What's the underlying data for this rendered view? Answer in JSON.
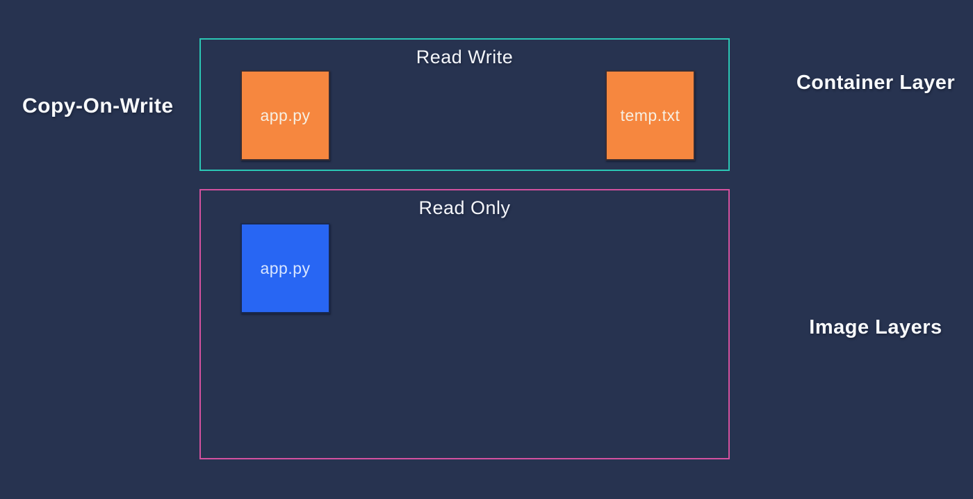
{
  "background_color": "#273350",
  "diagram_title": "Copy-On-Write",
  "container_layer": {
    "box_label": "Read Write",
    "side_label": "Container Layer",
    "border_color": "#2bc7b5",
    "files": [
      {
        "name": "app.py",
        "fill_color": "#f6873f",
        "text_color": "#f7efe2"
      },
      {
        "name": "temp.txt",
        "fill_color": "#f6873f",
        "text_color": "#f7efe2"
      }
    ]
  },
  "image_layers": {
    "box_label": "Read Only",
    "side_label": "Image Layers",
    "border_color": "#d4519f",
    "files": [
      {
        "name": "app.py",
        "fill_color": "#2866f3",
        "text_color": "#d9e6ff"
      }
    ]
  }
}
